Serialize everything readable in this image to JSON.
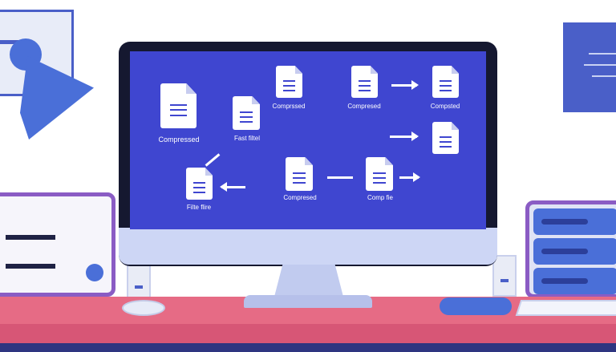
{
  "screen": {
    "labels": {
      "compressed_large": "Compressed",
      "fast_filtel": "Fast filtel",
      "comprssed": "Comprssed",
      "compresed": "Compresed",
      "compsted": "Compsted",
      "filte_flire": "Filte flire",
      "compresed_bottom": "Compresed",
      "comp_fie": "Comp fie"
    }
  },
  "colors": {
    "screen": "#3f46d0",
    "accent": "#4a6fd8",
    "purple_frame": "#8a5cc4",
    "desk": "#e66b85",
    "bezel": "#151830"
  },
  "icons": [
    "file-icon",
    "arrow-right-icon",
    "arrow-left-icon",
    "desk-lamp-icon",
    "server-rack-icon"
  ]
}
